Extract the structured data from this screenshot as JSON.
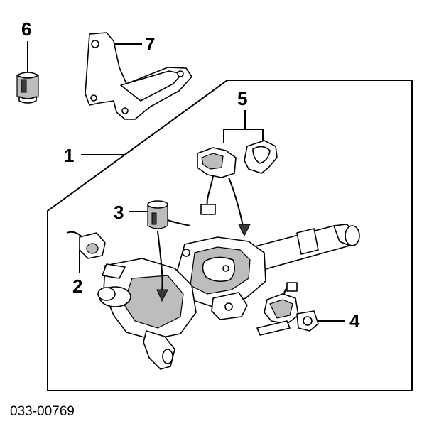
{
  "figure_number": "033-00769",
  "callouts": [
    {
      "id": "1",
      "label": "1"
    },
    {
      "id": "2",
      "label": "2"
    },
    {
      "id": "3",
      "label": "3"
    },
    {
      "id": "4",
      "label": "4"
    },
    {
      "id": "5",
      "label": "5"
    },
    {
      "id": "6",
      "label": "6"
    },
    {
      "id": "7",
      "label": "7"
    }
  ]
}
